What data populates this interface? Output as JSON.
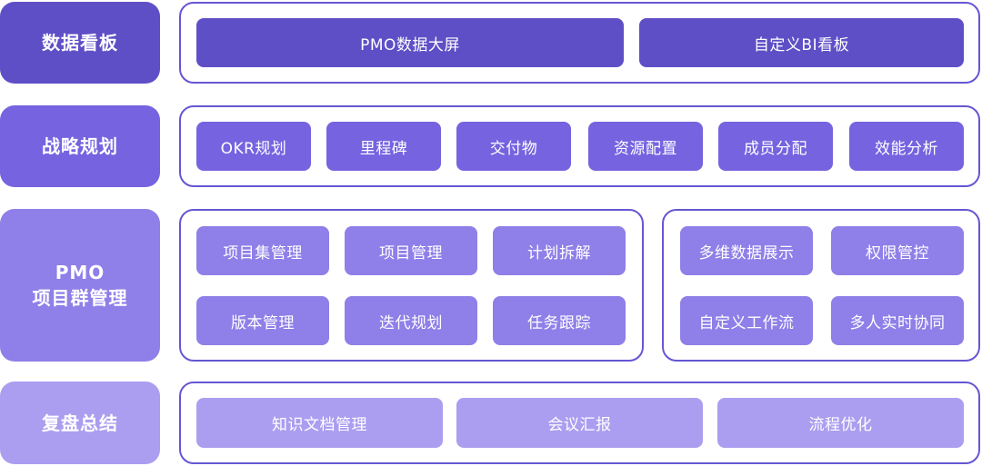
{
  "rows": [
    {
      "label": "数据看板",
      "items": [
        "PMO数据大屏",
        "自定义BI看板"
      ]
    },
    {
      "label": "战略规划",
      "items": [
        "OKR规划",
        "里程碑",
        "交付物",
        "资源配置",
        "成员分配",
        "效能分析"
      ]
    },
    {
      "label_line1": "PMO",
      "label_line2": "项目群管理",
      "left_items": [
        "项目集管理",
        "项目管理",
        "计划拆解",
        "版本管理",
        "迭代规划",
        "任务跟踪"
      ],
      "right_items": [
        "多维数据展示",
        "权限管控",
        "自定义工作流",
        "多人实时协同"
      ]
    },
    {
      "label": "复盘总结",
      "items": [
        "知识文档管理",
        "会议汇报",
        "流程优化"
      ]
    }
  ],
  "colors": {
    "row1": "#5f4fc6",
    "row2": "#7563e0",
    "row3": "#8f7fe8",
    "row4": "#ab9ef0",
    "frame_border": "#6556d4"
  }
}
